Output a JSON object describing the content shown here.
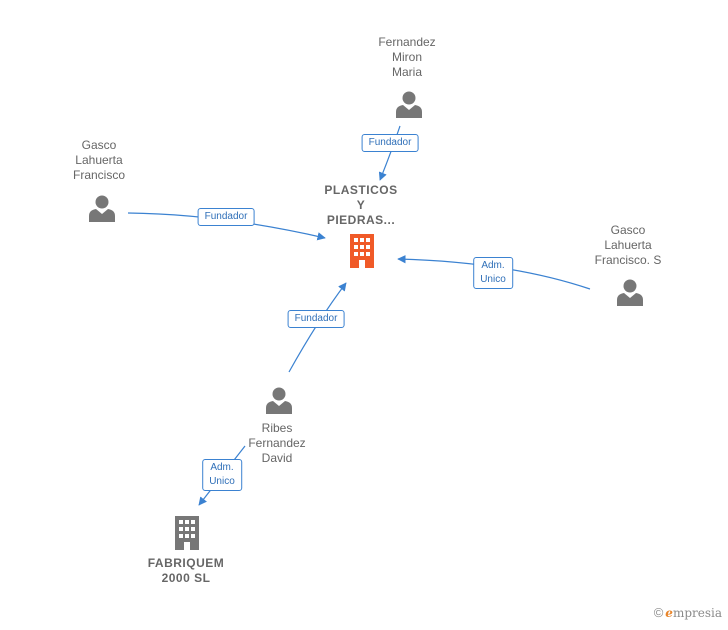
{
  "nodes": {
    "fernandez": {
      "lines": [
        "Fernandez",
        "Miron",
        "Maria"
      ],
      "icon": "person-icon"
    },
    "gasco_left": {
      "lines": [
        "Gasco",
        "Lahuerta",
        "Francisco"
      ],
      "icon": "person-icon"
    },
    "plasticos": {
      "lines": [
        "PLASTICOS",
        "Y",
        "PIEDRAS..."
      ],
      "icon": "building-icon",
      "color": "#f05a28"
    },
    "gasco_right": {
      "lines": [
        "Gasco",
        "Lahuerta",
        "Francisco.  S"
      ],
      "icon": "person-icon"
    },
    "ribes": {
      "lines": [
        "Ribes",
        "Fernandez",
        "David"
      ],
      "icon": "person-icon"
    },
    "fabriquem": {
      "lines": [
        "FABRIQUEM",
        "2000  SL"
      ],
      "icon": "building-icon",
      "color": "#777777"
    }
  },
  "edges": {
    "fernandez_plasticos": {
      "lines": [
        "Fundador"
      ]
    },
    "gasco_left_plasticos": {
      "lines": [
        "Fundador"
      ]
    },
    "gasco_right_plasticos": {
      "lines": [
        "Adm.",
        "Unico"
      ]
    },
    "ribes_plasticos": {
      "lines": [
        "Fundador"
      ]
    },
    "ribes_fabriquem": {
      "lines": [
        "Adm.",
        "Unico"
      ]
    }
  },
  "colors": {
    "edge": "#3b82d1",
    "person": "#777777",
    "label_text": "#666666"
  },
  "brand": {
    "copyright": "©",
    "name_initial": "e",
    "name_rest": "mpresia"
  }
}
